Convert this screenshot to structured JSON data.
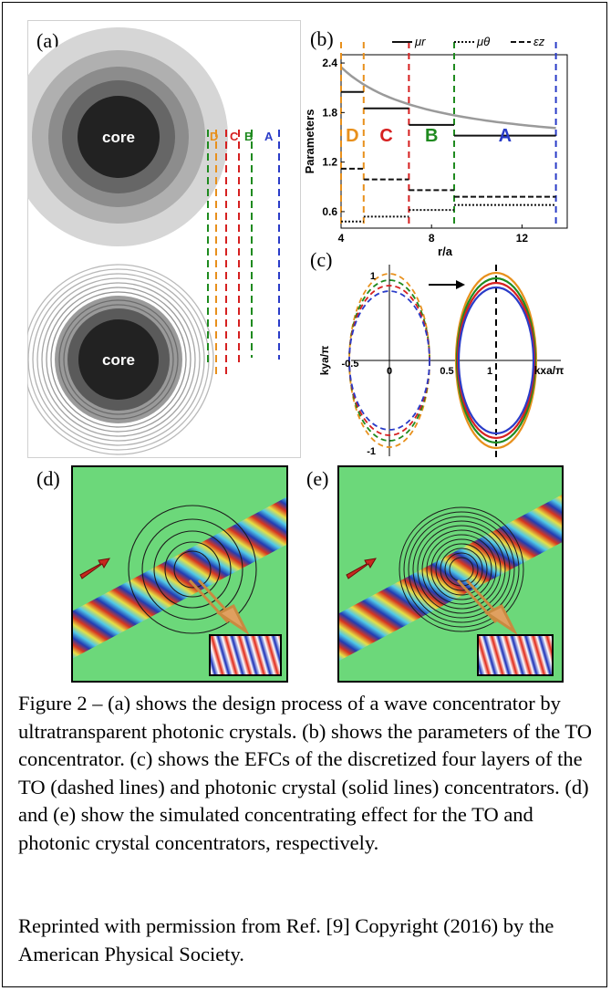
{
  "panels": {
    "a": {
      "label": "(a)",
      "core_label": "core",
      "layer_labels": [
        "D",
        "C",
        "B",
        "A"
      ],
      "layer_colors": [
        "#e8901c",
        "#d62020",
        "#1f8a1f",
        "#2a3cc8"
      ]
    },
    "b": {
      "label": "(b)",
      "legend": [
        "μr",
        "μθ",
        "εz"
      ],
      "region_labels": [
        "D",
        "C",
        "B",
        "A"
      ],
      "ylabel": "Parameters",
      "xlabel": "r/a",
      "xticks": [
        "4",
        "8",
        "12"
      ],
      "yticks": [
        "0.6",
        "1.2",
        "1.8",
        "2.4"
      ]
    },
    "c": {
      "label": "(c)",
      "xlabel": "kxa/π",
      "ylabel": "kya/π",
      "xticks": [
        "-0.5",
        "0",
        "0.5",
        "1"
      ],
      "yticks": [
        "1",
        "-1"
      ]
    },
    "d": {
      "label": "(d)"
    },
    "e": {
      "label": "(e)"
    }
  },
  "chart_data": {
    "type": "line",
    "title": "",
    "xlabel": "r/a",
    "ylabel": "Parameters",
    "xlim": [
      4,
      14
    ],
    "ylim": [
      0.4,
      2.5
    ],
    "region_boundaries": [
      4,
      5,
      7,
      9,
      13.5
    ],
    "regions": [
      "D",
      "C",
      "B",
      "A"
    ],
    "series": [
      {
        "name": "μr",
        "style": "solid",
        "steps": [
          2.05,
          1.85,
          1.65,
          1.52
        ]
      },
      {
        "name": "μθ",
        "style": "dotted",
        "steps": [
          0.48,
          0.54,
          0.62,
          0.68
        ]
      },
      {
        "name": "εz",
        "style": "dashed",
        "steps": [
          1.12,
          0.99,
          0.86,
          0.78
        ]
      }
    ]
  },
  "caption": "Figure 2 – (a) shows the design process of a wave concentrator by ultratransparent photonic crystals. (b) shows the parameters of the TO concentrator. (c) shows the EFCs of the discretized four layers of the TO (dashed lines) and photonic crystal (solid lines) concentrators. (d) and (e) show the simulated concentrating effect for the TO and photonic crystal concentrators, respectively.",
  "credit": "Reprinted with permission from Ref. [9] Copyright (2016) by the American Physical Society."
}
